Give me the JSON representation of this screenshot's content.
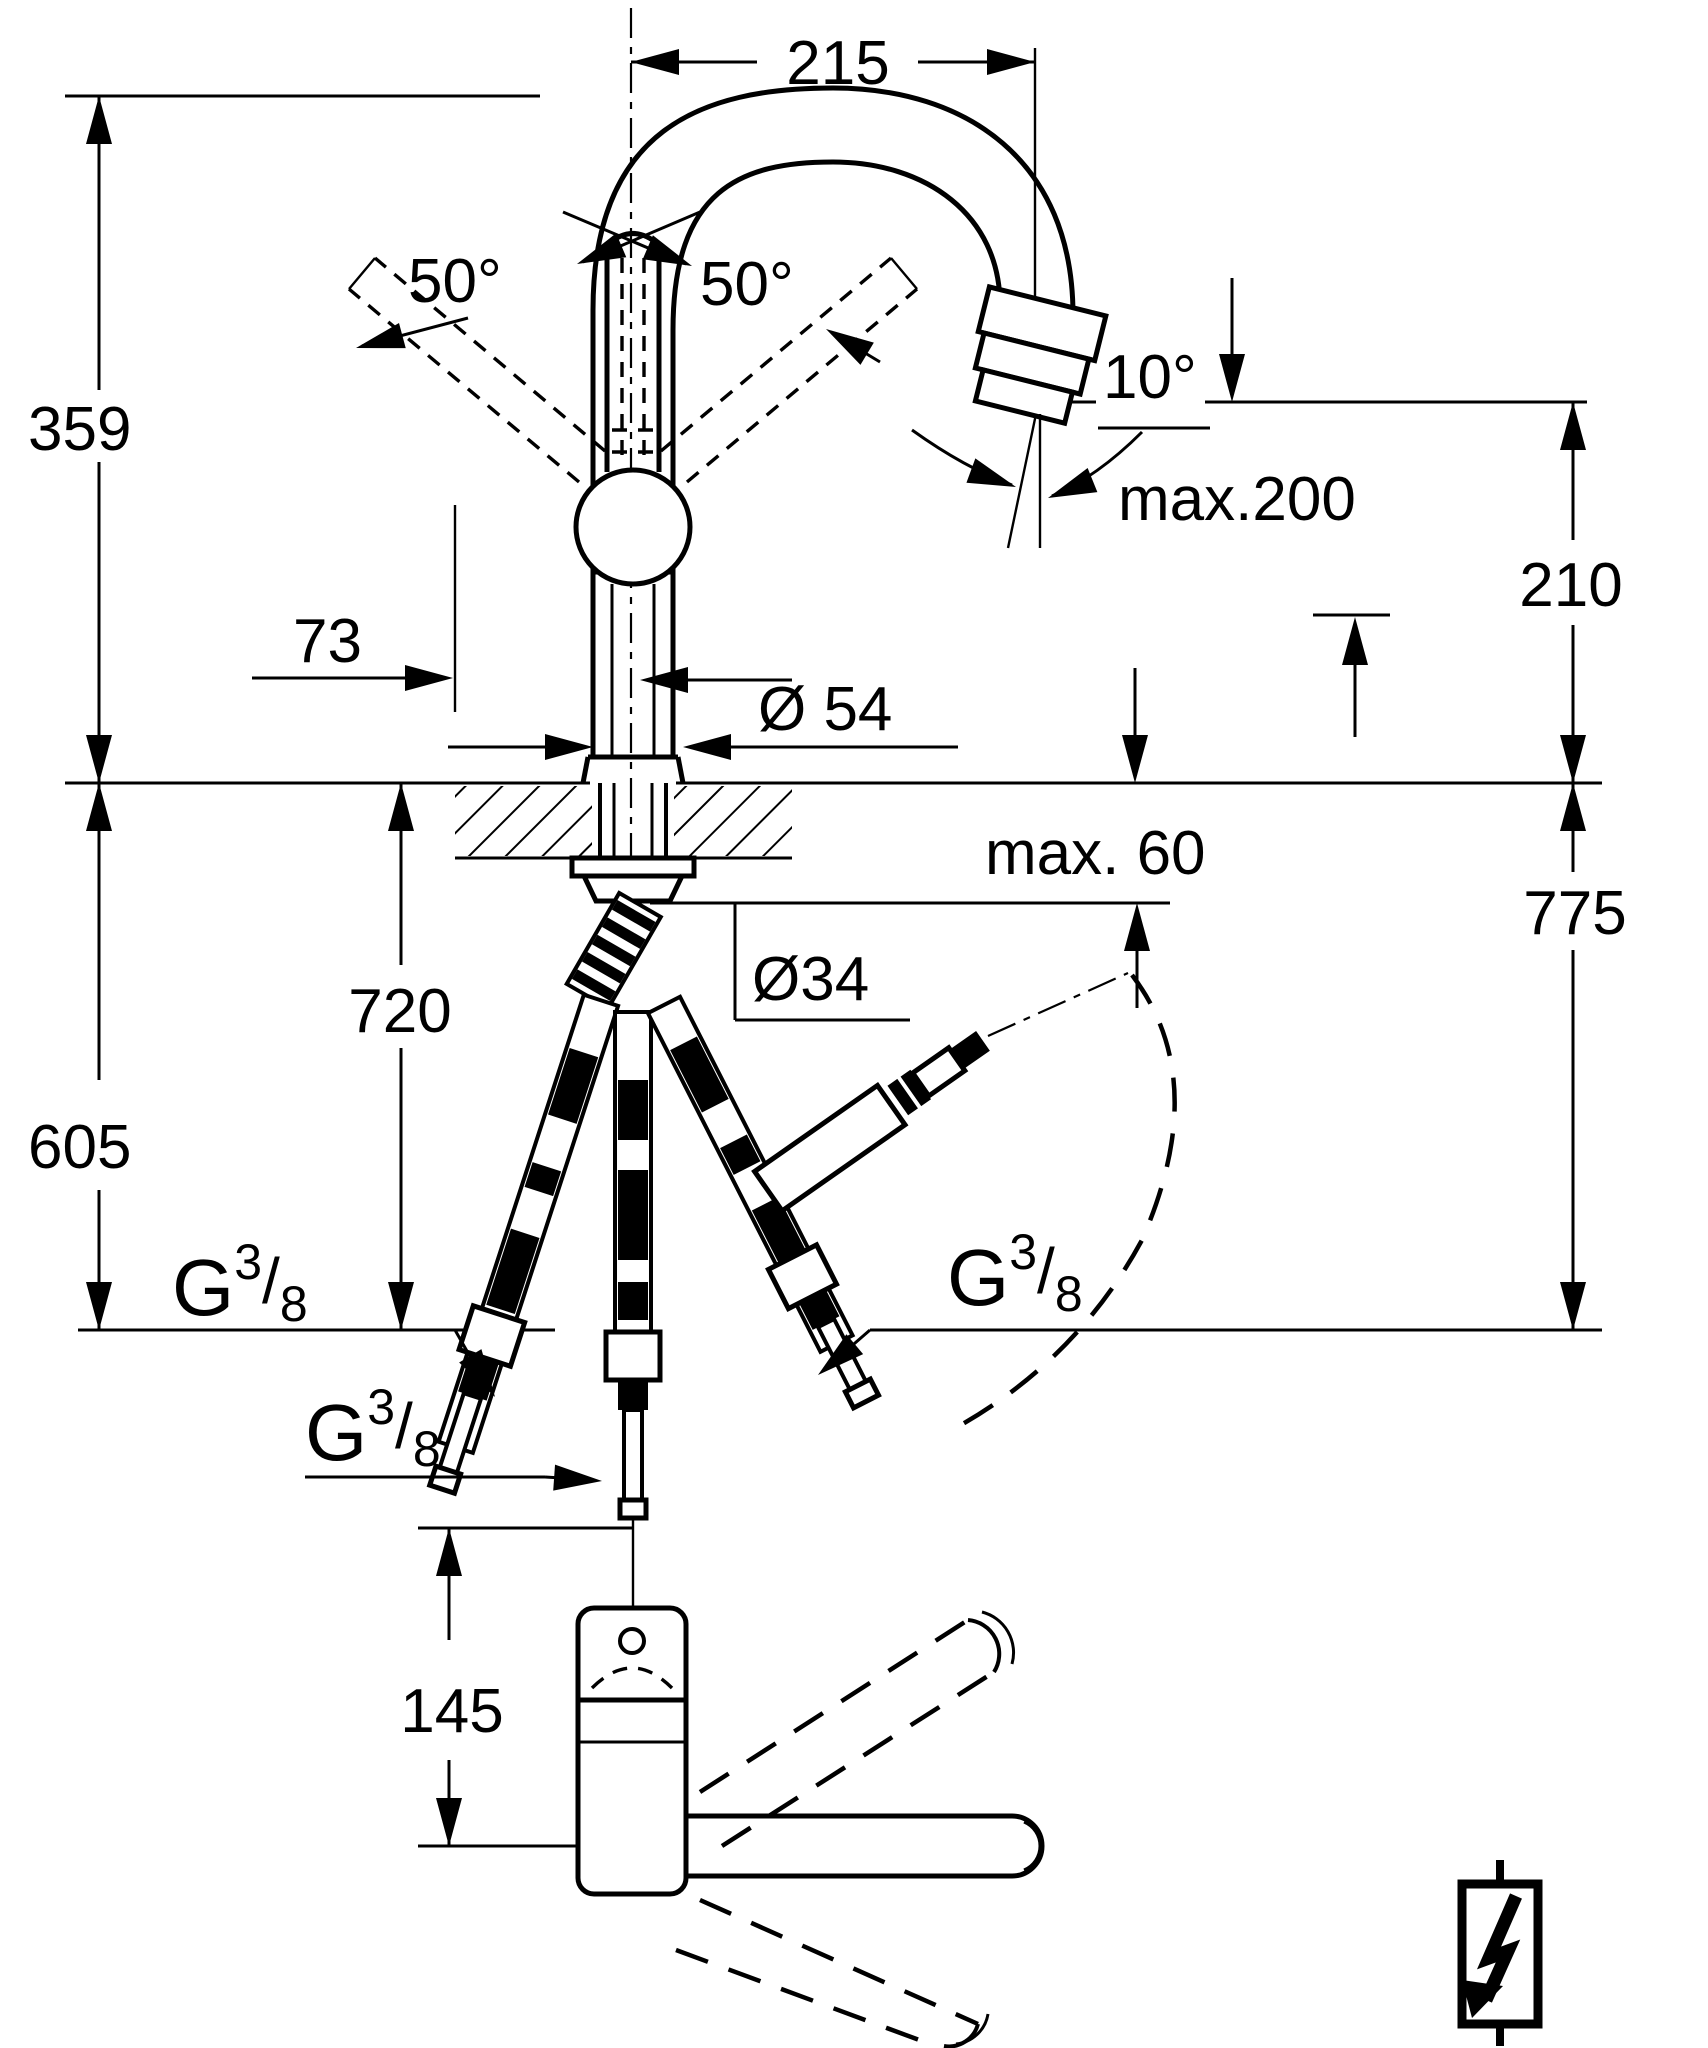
{
  "page": {
    "background": "#ffffff",
    "ink": "#000000"
  },
  "drawing": {
    "dims": {
      "reach": "215",
      "swivel_left": "50°",
      "swivel_right": "50°",
      "height_above_deck": "359",
      "outlet_angle": "10°",
      "max_outlet_height": "max.200",
      "outlet_height": "210",
      "lever_offset": "73",
      "body_diameter": "Ø 54",
      "max_deck_thickness": "max. 60",
      "hole_diameter": "Ø34",
      "hose_drop": "720",
      "clearance_below": "605",
      "total_below": "775",
      "plan_offset": "145"
    },
    "thread_labels": [
      {
        "base": "G",
        "numerator": "3",
        "slash": "/",
        "denominator": "8"
      },
      {
        "base": "G",
        "numerator": "3",
        "slash": "/",
        "denominator": "8"
      },
      {
        "base": "G",
        "numerator": "3",
        "slash": "/",
        "denominator": "8"
      }
    ],
    "icons": {
      "electrical_hazard": "lightning-bolt-in-frame"
    }
  }
}
